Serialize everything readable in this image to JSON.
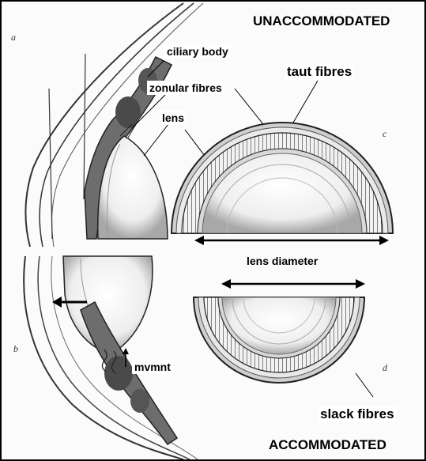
{
  "headings": {
    "top": "UNACCOMMODATED",
    "bottom": "ACCOMMODATED"
  },
  "labels": {
    "ciliary_body": "ciliary body",
    "zonular_fibres": "zonular fibres",
    "lens": "lens",
    "taut_fibres": "taut fibres",
    "lens_diameter": "lens diameter",
    "mvmnt": "mvmnt",
    "slack_fibres": "slack fibres"
  },
  "figure_letters": {
    "a": "a",
    "b": "b",
    "c": "c",
    "d": "d"
  },
  "colors": {
    "border": "#000000",
    "ink": "#222222",
    "background": "#fbfbfb"
  }
}
